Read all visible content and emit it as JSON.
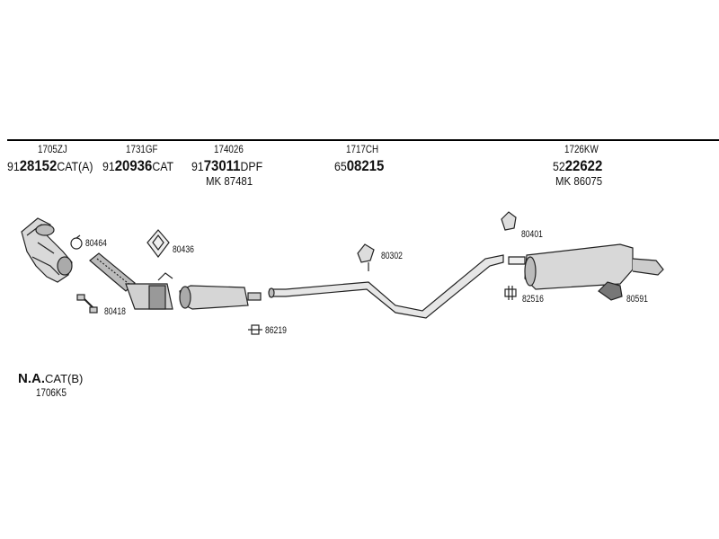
{
  "header": {
    "groups": [
      {
        "code": "1705ZJ",
        "pn_prefix": "91",
        "pn_main": "28152",
        "pn_suffix": "CAT(A)"
      },
      {
        "code": "1731GF",
        "pn_prefix": "91",
        "pn_main": "20936",
        "pn_suffix": "CAT"
      },
      {
        "code": "174026",
        "pn_prefix": "91",
        "pn_main": "73011",
        "pn_suffix": "DPF",
        "mk": "MK 87481"
      },
      {
        "code": "1717CH",
        "pn_prefix": "65",
        "pn_main": "08215",
        "pn_suffix": ""
      },
      {
        "code": "1726KW",
        "pn_prefix": "52",
        "pn_main": "22622",
        "pn_suffix": "",
        "mk": "MK 86075"
      }
    ]
  },
  "callouts": {
    "c80464": "80464",
    "c80436": "80436",
    "c80418": "80418",
    "c86219": "86219",
    "c80302": "80302",
    "c80401": "80401",
    "c82516": "82516",
    "c80591": "80591"
  },
  "note": {
    "na": "N.A.",
    "cat": "CAT(B)",
    "code": "1706K5"
  }
}
